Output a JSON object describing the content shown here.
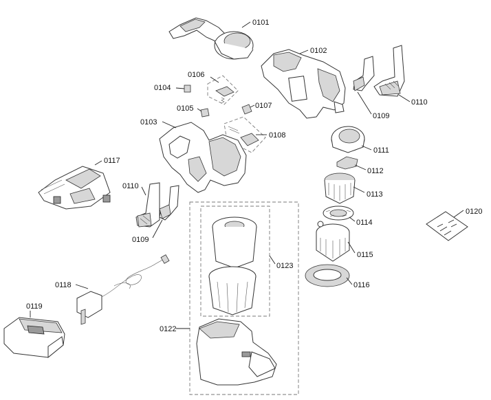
{
  "labels": {
    "p0101": "0101",
    "p0102": "0102",
    "p0103": "0103",
    "p0104": "0104",
    "p0105": "0105",
    "p0106": "0106",
    "p0107": "0107",
    "p0108": "0108",
    "p0109a": "0109",
    "p0109b": "0109",
    "p0110a": "0110",
    "p0110b": "0110",
    "p0111": "0111",
    "p0112": "0112",
    "p0113": "0113",
    "p0114": "0114",
    "p0115": "0115",
    "p0116": "0116",
    "p0117": "0117",
    "p0118": "0118",
    "p0119": "0119",
    "p0120": "0120",
    "p0122": "0122",
    "p0123": "0123"
  }
}
